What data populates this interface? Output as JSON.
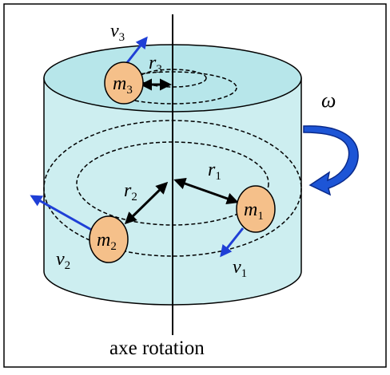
{
  "diagram": {
    "caption": "axe rotation",
    "omega": "ω",
    "masses": [
      {
        "name": "m",
        "sub": "1"
      },
      {
        "name": "m",
        "sub": "2"
      },
      {
        "name": "m",
        "sub": "3"
      }
    ],
    "radii": [
      {
        "name": "r",
        "sub": "1"
      },
      {
        "name": "r",
        "sub": "2"
      },
      {
        "name": "r",
        "sub": "3"
      }
    ],
    "velocities": [
      {
        "name": "v",
        "sub": "1"
      },
      {
        "name": "v",
        "sub": "2"
      },
      {
        "name": "v",
        "sub": "3"
      }
    ],
    "colors": {
      "cylinder_fill": "#cdeef0",
      "cylinder_top": "#b7e6ea",
      "mass_fill": "#f5c08a",
      "velocity_arrow": "#1f3fd6",
      "omega_arrow": "#1d55d6",
      "line": "#000000"
    }
  }
}
